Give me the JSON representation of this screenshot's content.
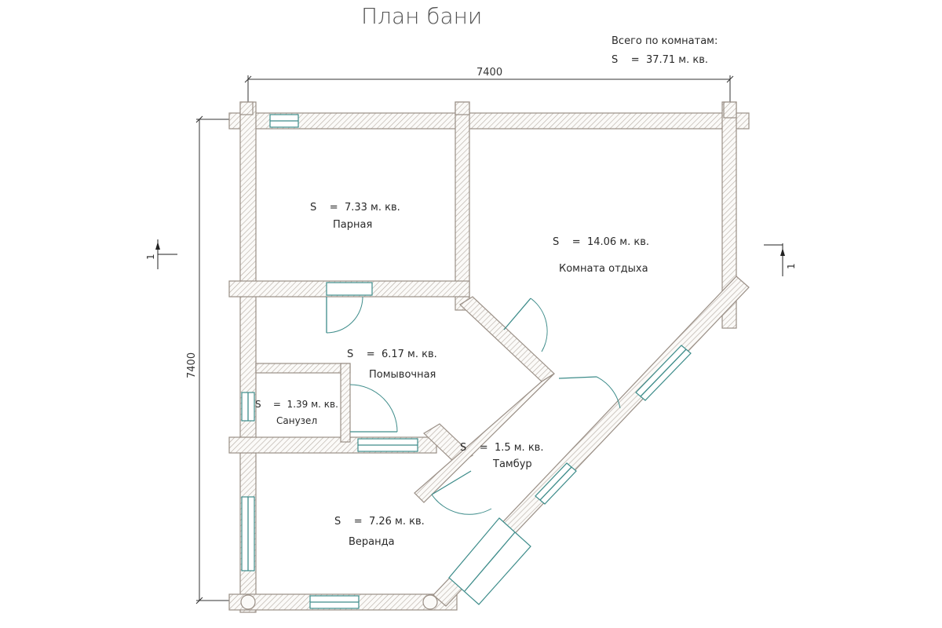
{
  "title": "План бани",
  "total": {
    "label": "Всего по комнатам:",
    "value": "S    =  37.71 м. кв."
  },
  "dimensions": {
    "width": "7400",
    "height": "7400"
  },
  "section_marks": {
    "left": "1",
    "right": "1"
  },
  "rooms": [
    {
      "area": "S    =  7.33 м. кв.",
      "name": "Парная"
    },
    {
      "area": "S    =  14.06 м. кв.",
      "name": "Комната отдыха"
    },
    {
      "area": "S    =  6.17 м. кв.",
      "name": "Помывочная"
    },
    {
      "area": "S    =  1.39 м. кв.",
      "name": "Санузел"
    },
    {
      "area": "S    =  1.5 м. кв.",
      "name": "Тамбур"
    },
    {
      "area": "S    =  7.26 м. кв.",
      "name": "Веранда"
    }
  ],
  "colors": {
    "wall_hatch": "#b5aca3",
    "openings": "#3d8c8a",
    "text": "#2a2a2a"
  }
}
